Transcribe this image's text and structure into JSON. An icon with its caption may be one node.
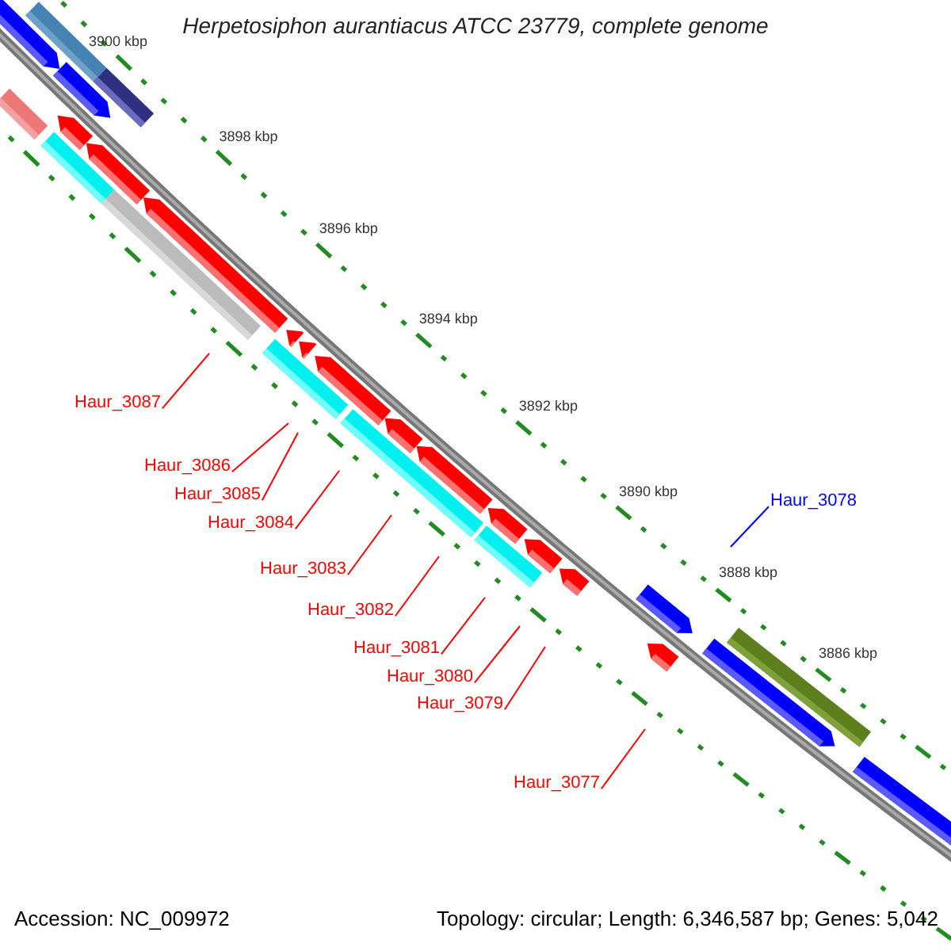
{
  "diagram": {
    "title": "Herpetosiphon aurantiacus ATCC 23779, complete genome",
    "nodes": [
      {
        "text": [
          "Haur_3087"
        ]
      },
      {
        "text": [
          "Haur_3086"
        ]
      },
      {
        "text": [
          "Haur_3085"
        ]
      },
      {
        "text": [
          "Haur_3078"
        ]
      },
      {
        "text": [
          "Haur_3084"
        ]
      },
      {
        "text": [
          "Haur_3083"
        ]
      },
      {
        "text": [
          "Haur_3082"
        ]
      },
      {
        "text": [
          "Haur_3081"
        ]
      },
      {
        "text": [
          "Haur_3080"
        ]
      },
      {
        "text": [
          "Haur_3079"
        ]
      },
      {
        "text": [
          "Haur_3077"
        ]
      }
    ],
    "edges": [
      {
        "from": 0,
        "to": null,
        "arrow": "none"
      },
      {
        "from": 1,
        "to": null,
        "arrow": "none"
      },
      {
        "from": 2,
        "to": null,
        "arrow": "none"
      },
      {
        "from": 3,
        "to": null,
        "arrow": "none",
        "color": "#0000ff"
      },
      {
        "from": 4,
        "to": null,
        "arrow": "none"
      },
      {
        "from": 5,
        "to": null,
        "arrow": "none"
      },
      {
        "from": 6,
        "to": null,
        "arrow": "none"
      },
      {
        "from": 7,
        "to": null,
        "arrow": "none"
      },
      {
        "from": 8,
        "to": null,
        "arrow": "none"
      },
      {
        "from": 9,
        "to": null,
        "arrow": "none"
      },
      {
        "from": 10,
        "to": null,
        "arrow": "none"
      }
    ],
    "labels": [
      "3900 kbp",
      "3898 kbp",
      "3896 kbp",
      "3894 kbp",
      "3892 kbp",
      "3890 kbp",
      "3888 kbp",
      "3886 kbp",
      "Accession: NC_009972",
      "Topology: circular; Length: 6,346,587 bp; Genes: 5,042"
    ]
  }
}
